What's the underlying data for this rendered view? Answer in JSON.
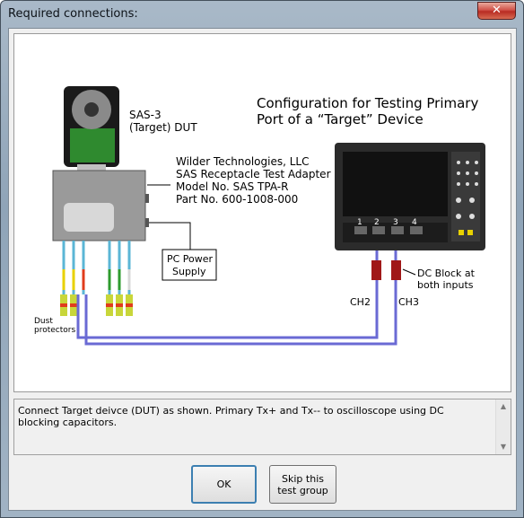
{
  "window": {
    "title": "Required connections:",
    "close_glyph": "✕"
  },
  "diagram": {
    "heading_line1": "Configuration for Testing Primary",
    "heading_line2": "Port of a “Target” Device",
    "dut_line1": "SAS-3",
    "dut_line2": "(Target) DUT",
    "adapter_line1": "Wilder Technologies, LLC",
    "adapter_line2": "SAS Receptacle Test Adapter",
    "adapter_line3": "Model No. SAS TPA-R",
    "adapter_line4": "Part No. 600-1008-000",
    "power_line1": "PC Power",
    "power_line2": "Supply",
    "dust_line1": "Dust",
    "dust_line2": "protectors",
    "dc_block_line1": "DC Block at",
    "dc_block_line2": "both inputs",
    "ch2": "CH2",
    "ch3": "CH3",
    "scope_channels": [
      "1",
      "2",
      "3",
      "4"
    ]
  },
  "description": "Connect Target deivce (DUT) as shown. Primary Tx+ and Tx-- to oscilloscope using DC blocking capacitors.",
  "buttons": {
    "ok": "OK",
    "skip": "Skip this test group"
  },
  "colors": {
    "cable": "#6a6ad4",
    "dc_block": "#a01818",
    "scope_body": "#2b2b2b"
  }
}
